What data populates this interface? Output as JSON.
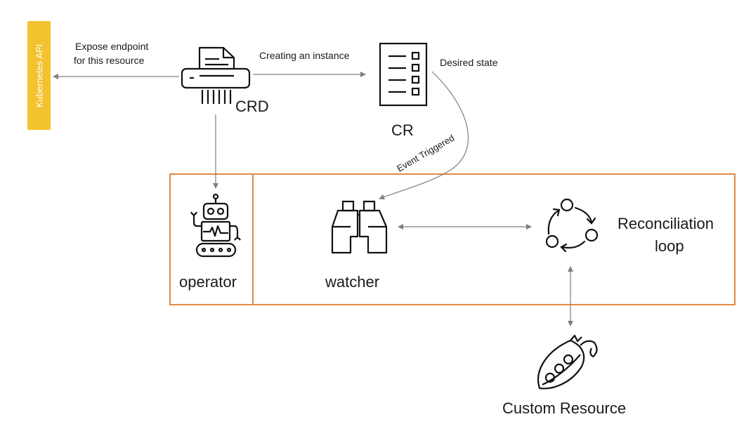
{
  "kubernetes_api": {
    "label": "Kubernetes API",
    "color": "#f3c22e"
  },
  "crd": {
    "label": "CRD",
    "icon": "document-shredder-icon"
  },
  "cr": {
    "label": "CR",
    "icon": "checklist-document-icon"
  },
  "expose_edge": {
    "line1": "Expose endpoint",
    "line2": "for this resource"
  },
  "create_edge": {
    "label": "Creating an instance"
  },
  "desired_state": {
    "label": "Desired state"
  },
  "event_edge": {
    "label": "Event Triggered"
  },
  "operator": {
    "label": "operator",
    "icon": "robot-icon"
  },
  "watcher": {
    "label": "watcher",
    "icon": "binoculars-icon"
  },
  "reconciliation": {
    "line1": "Reconciliation",
    "line2": "loop",
    "icon": "cycle-icon"
  },
  "custom_resource": {
    "label": "Custom Resource",
    "icon": "peapod-icon"
  },
  "colors": {
    "box_border": "#e08a45",
    "arrow": "#7f7f7f"
  }
}
